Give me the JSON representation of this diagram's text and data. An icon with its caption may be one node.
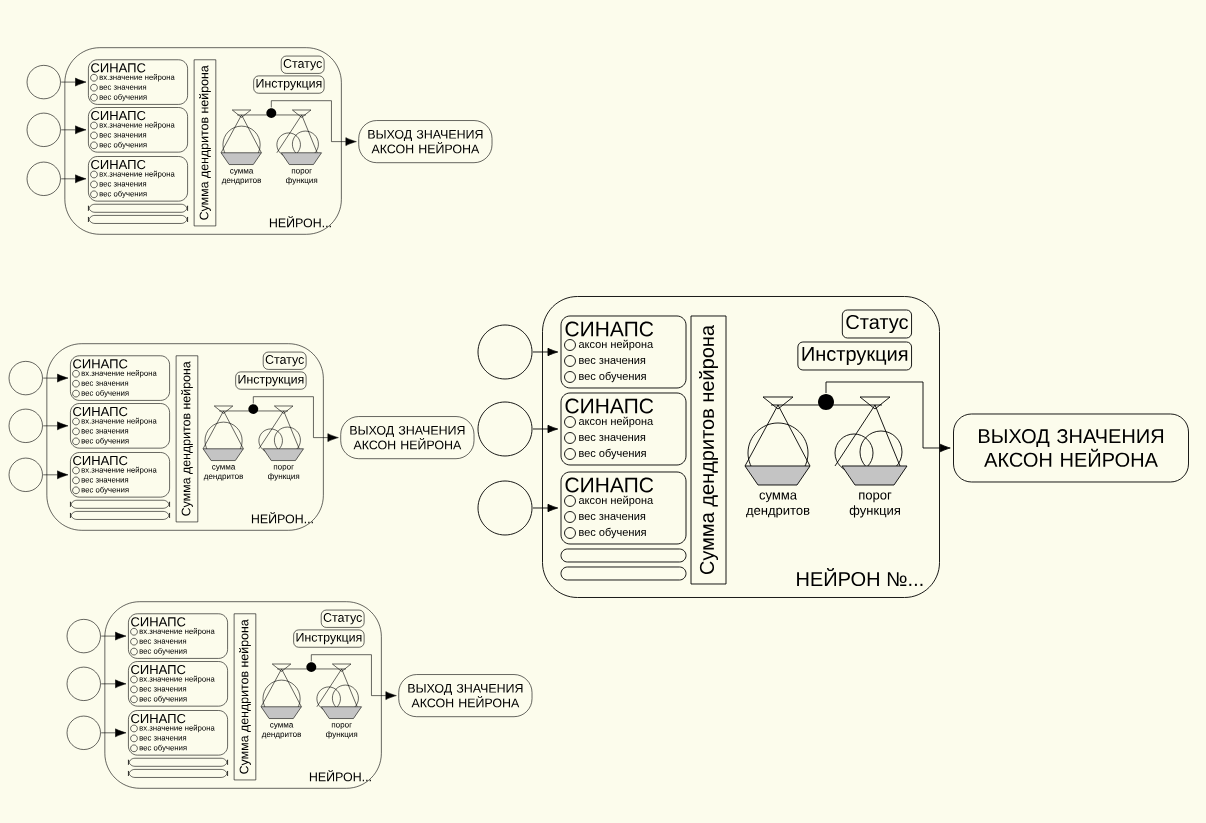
{
  "diagram": {
    "nodes": [
      {
        "text": [],
        "shape": "circle"
      },
      {
        "text": [],
        "shape": "circle"
      },
      {
        "text": [],
        "shape": "circle"
      },
      {
        "text": [
          "НЕЙРОН..."
        ]
      },
      {
        "text": [
          "СИНАПС",
          "вх.значение нейрона",
          "вес значения",
          "вес обучения"
        ],
        "in": 3
      },
      {
        "text": [
          "СИНАПС",
          "вх.значение нейрона",
          "вес значения",
          "вес обучения"
        ],
        "in": 3
      },
      {
        "text": [
          "СИНАПС",
          "вх.значение нейрона",
          "вес значения",
          "вес обучения"
        ],
        "in": 3
      },
      {
        "text": [],
        "shape": "bar",
        "in": 3
      },
      {
        "text": [],
        "shape": "bar",
        "in": 3
      },
      {
        "text": [
          "Сумма дендритов нейрона"
        ],
        "in": 3
      },
      {
        "text": [
          "Статус"
        ],
        "in": 3
      },
      {
        "text": [
          "Инструкция"
        ],
        "in": 3
      },
      {
        "text": [],
        "shape": "picture",
        "in": 3,
        "beside": [
          "сумма дендритов",
          "порог функция"
        ]
      },
      {
        "text": [
          "ВЫХОД ЗНАЧЕНИЯ АКСОН НЕЙРОНА"
        ]
      },
      {
        "text": [],
        "shape": "circle"
      },
      {
        "text": [],
        "shape": "circle"
      },
      {
        "text": [],
        "shape": "circle"
      },
      {
        "text": [
          "НЕЙРОН..."
        ]
      },
      {
        "text": [
          "СИНАПС",
          "вх.значение нейрона",
          "вес значения",
          "вес обучения"
        ],
        "in": 17
      },
      {
        "text": [
          "СИНАПС",
          "вх.значение нейрона",
          "вес значения",
          "вес обучения"
        ],
        "in": 17
      },
      {
        "text": [
          "СИНАПС",
          "вх.значение нейрона",
          "вес значения",
          "вес обучения"
        ],
        "in": 17
      },
      {
        "text": [],
        "shape": "bar",
        "in": 17
      },
      {
        "text": [],
        "shape": "bar",
        "in": 17
      },
      {
        "text": [
          "Сумма дендритов нейрона"
        ],
        "in": 17
      },
      {
        "text": [
          "Статус"
        ],
        "in": 17
      },
      {
        "text": [
          "Инструкция"
        ],
        "in": 17
      },
      {
        "text": [],
        "shape": "picture",
        "in": 17,
        "beside": [
          "сумма дендритов",
          "порог функция"
        ]
      },
      {
        "text": [
          "ВЫХОД ЗНАЧЕНИЯ АКСОН НЕЙРОНА"
        ]
      },
      {
        "text": [],
        "shape": "circle"
      },
      {
        "text": [],
        "shape": "circle"
      },
      {
        "text": [],
        "shape": "circle"
      },
      {
        "text": [
          "НЕЙРОН..."
        ]
      },
      {
        "text": [
          "СИНАПС",
          "вх.значение нейрона",
          "вес значения",
          "вес обучения"
        ],
        "in": 31
      },
      {
        "text": [
          "СИНАПС",
          "вх.значение нейрона",
          "вес значения",
          "вес обучения"
        ],
        "in": 31
      },
      {
        "text": [
          "СИНАПС",
          "вх.значение нейрона",
          "вес значения",
          "вес обучения"
        ],
        "in": 31
      },
      {
        "text": [],
        "shape": "bar",
        "in": 31
      },
      {
        "text": [],
        "shape": "bar",
        "in": 31
      },
      {
        "text": [
          "Сумма дендритов нейрона"
        ],
        "in": 31
      },
      {
        "text": [
          "Статус"
        ],
        "in": 31
      },
      {
        "text": [
          "Инструкция"
        ],
        "in": 31
      },
      {
        "text": [],
        "shape": "picture",
        "in": 31,
        "beside": [
          "сумма дендритов",
          "порог функция"
        ]
      },
      {
        "text": [
          "ВЫХОД ЗНАЧЕНИЯ АКСОН НЕЙРОНА"
        ]
      },
      {
        "text": [],
        "shape": "circle"
      },
      {
        "text": [],
        "shape": "circle"
      },
      {
        "text": [],
        "shape": "circle"
      },
      {
        "text": [
          "НЕЙРОН №..."
        ]
      },
      {
        "text": [
          "СИНАПС",
          "аксон нейрона",
          "вес значения",
          "вес обучения"
        ],
        "in": 45
      },
      {
        "text": [
          "СИНАПС",
          "аксон нейрона",
          "вес значения",
          "вес обучения"
        ],
        "in": 45
      },
      {
        "text": [
          "СИНАПС",
          "аксон нейрона",
          "вес значения",
          "вес обучения"
        ],
        "in": 45
      },
      {
        "text": [],
        "shape": "bar",
        "in": 45
      },
      {
        "text": [],
        "shape": "bar",
        "in": 45
      },
      {
        "text": [
          "Сумма дендритов нейрона"
        ],
        "in": 45
      },
      {
        "text": [
          "Статус"
        ],
        "in": 45
      },
      {
        "text": [
          "Инструкция"
        ],
        "in": 45
      },
      {
        "text": [],
        "shape": "picture",
        "in": 45,
        "beside": [
          "сумма дендритов",
          "порог функция"
        ]
      },
      {
        "text": [
          "ВЫХОД ЗНАЧЕНИЯ АКСОН НЕЙРОНА"
        ]
      }
    ],
    "edges": [
      {
        "from": 0,
        "to": 4,
        "arrow": "to"
      },
      {
        "from": 1,
        "to": 5,
        "arrow": "to"
      },
      {
        "from": 2,
        "to": 6,
        "arrow": "to"
      },
      {
        "from": 12,
        "to": 13,
        "arrow": "to"
      },
      {
        "from": 14,
        "to": 18,
        "arrow": "to"
      },
      {
        "from": 15,
        "to": 19,
        "arrow": "to"
      },
      {
        "from": 16,
        "to": 20,
        "arrow": "to"
      },
      {
        "from": 26,
        "to": 27,
        "arrow": "to"
      },
      {
        "from": 28,
        "to": 32,
        "arrow": "to"
      },
      {
        "from": 29,
        "to": 33,
        "arrow": "to"
      },
      {
        "from": 30,
        "to": 34,
        "arrow": "to"
      },
      {
        "from": 40,
        "to": 41,
        "arrow": "to"
      },
      {
        "from": 42,
        "to": 46,
        "arrow": "to"
      },
      {
        "from": 43,
        "to": 47,
        "arrow": "to"
      },
      {
        "from": 44,
        "to": 48,
        "arrow": "to"
      },
      {
        "from": 54,
        "to": 55,
        "arrow": "to"
      }
    ]
  }
}
